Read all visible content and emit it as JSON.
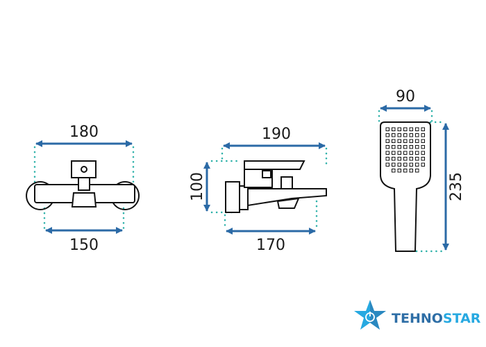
{
  "views": {
    "front": {
      "top_dimension": "180",
      "bottom_dimension": "150"
    },
    "side": {
      "top_dimension": "190",
      "left_dimension": "100",
      "bottom_dimension": "170"
    },
    "shower_head": {
      "top_dimension": "90",
      "right_dimension": "235"
    }
  },
  "brand": {
    "name_part1": "TEHNO",
    "name_part2": "STAR",
    "icon": "star-power-icon",
    "color_primary": "#2e6ea6",
    "color_accent": "#27a9e1"
  },
  "colors": {
    "dimension_arrow": "#2b6aa6",
    "dotted_guide": "#2bb0a8",
    "outline": "#111111"
  }
}
